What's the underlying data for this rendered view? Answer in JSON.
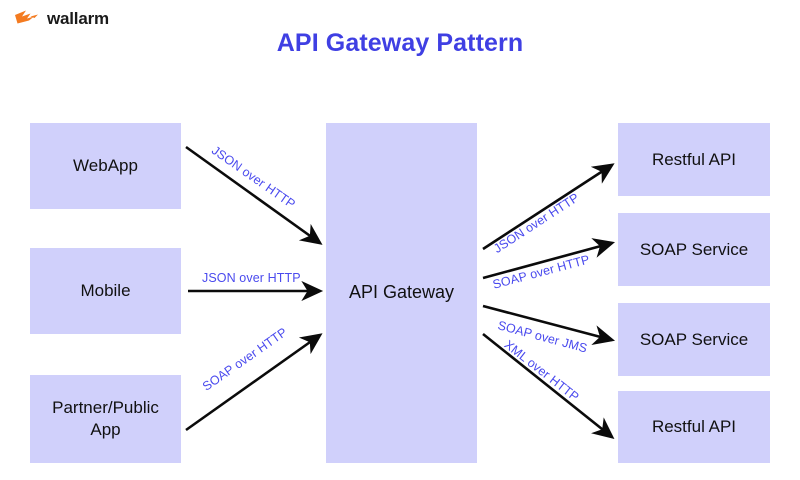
{
  "brand": {
    "name": "wallarm",
    "mark_icon": "wallarm-lightning-logo",
    "mark_color": "#f47b20"
  },
  "title": "API Gateway Pattern",
  "theme": {
    "title_color": "#3f3fe3",
    "node_fill": "#d0d0fb",
    "node_text_color": "#111111",
    "edge_label_color": "#4a4aee",
    "arrow_color": "#0b0b0b",
    "background": "#ffffff"
  },
  "diagram": {
    "type": "flow",
    "clients": [
      {
        "id": "webapp",
        "label": "WebApp"
      },
      {
        "id": "mobile",
        "label": "Mobile"
      },
      {
        "id": "partner",
        "label": "Partner/Public App"
      }
    ],
    "gateway": {
      "id": "gateway",
      "label": "API Gateway"
    },
    "services": [
      {
        "id": "svc1",
        "label": "Restful API"
      },
      {
        "id": "svc2",
        "label": "SOAP Service"
      },
      {
        "id": "svc3",
        "label": "SOAP Service"
      },
      {
        "id": "svc4",
        "label": "Restful API"
      }
    ],
    "edges": [
      {
        "id": "e1",
        "from": "webapp",
        "to": "gateway",
        "label": "JSON over HTTP"
      },
      {
        "id": "e2",
        "from": "mobile",
        "to": "gateway",
        "label": "JSON over HTTP"
      },
      {
        "id": "e3",
        "from": "partner",
        "to": "gateway",
        "label": "SOAP over HTTP"
      },
      {
        "id": "e4",
        "from": "gateway",
        "to": "svc1",
        "label": "JSON over HTTP"
      },
      {
        "id": "e5",
        "from": "gateway",
        "to": "svc2",
        "label": "SOAP over HTTP"
      },
      {
        "id": "e6",
        "from": "gateway",
        "to": "svc3",
        "label": "SOAP over JMS"
      },
      {
        "id": "e7",
        "from": "gateway",
        "to": "svc4",
        "label": "XML over HTTP"
      }
    ]
  }
}
